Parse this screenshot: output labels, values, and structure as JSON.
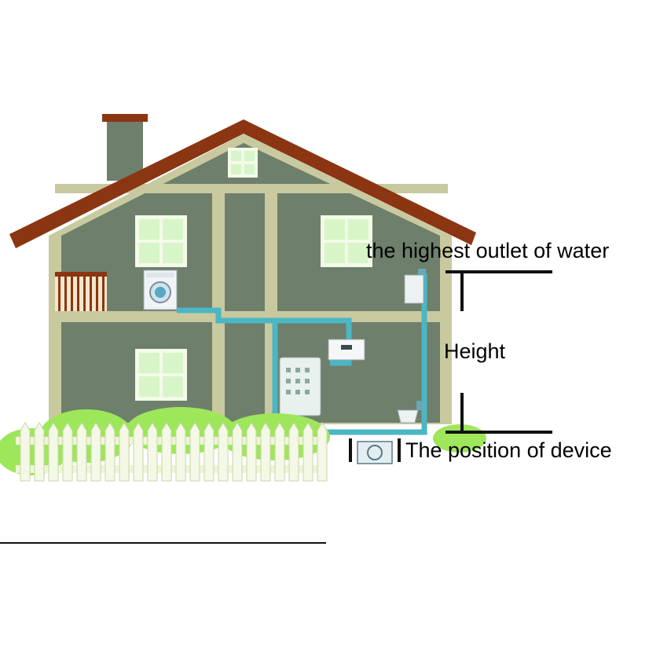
{
  "labels": {
    "highest_outlet": "the highest outlet of water",
    "height": "Height",
    "device_position": "The position of device"
  },
  "colors": {
    "wall": "#6e7f6b",
    "frame": "#c9c9a0",
    "roof": "#8b3512",
    "window": "#d8f5c8",
    "window_frame": "#f3fbe8",
    "pipe": "#4bb6c4",
    "fence": "#eef5d6",
    "bush": "#9ee65a",
    "marker": "#111111"
  },
  "icons": [
    "washing-machine-icon",
    "water-heater-icon",
    "wall-boiler-icon",
    "sink-icon",
    "tap-icon",
    "pump-device-icon"
  ]
}
